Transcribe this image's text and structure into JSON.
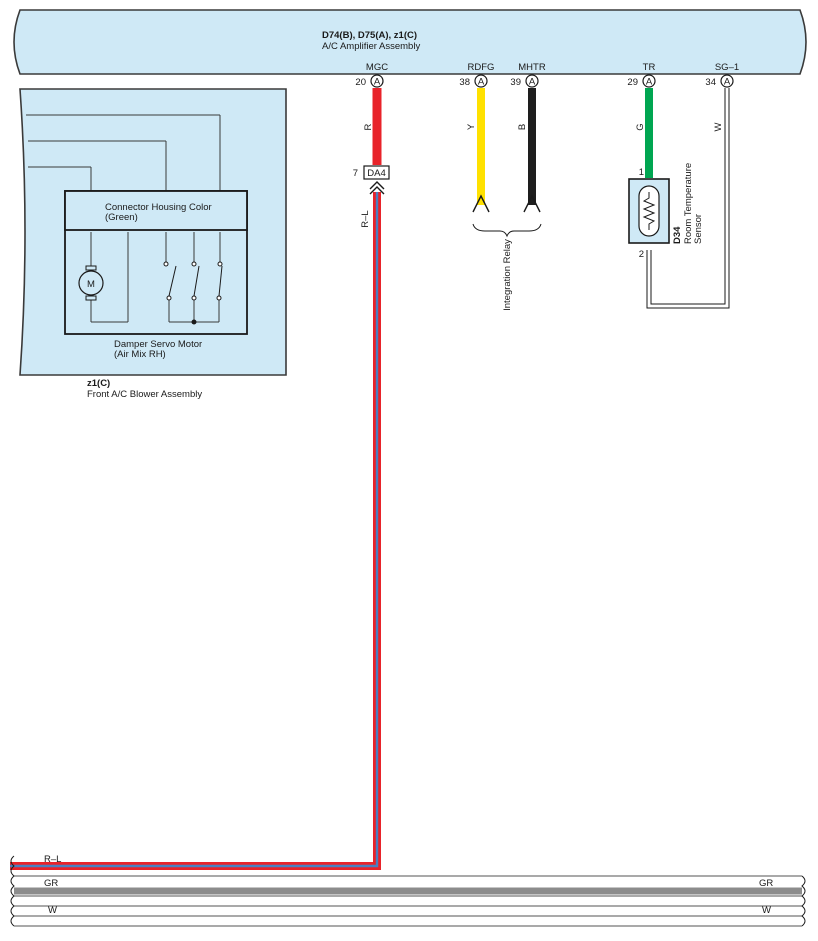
{
  "amplifier": {
    "connectors": "D74(B), D75(A), z1(C)",
    "name": "A/C Amplifier Assembly",
    "terminals": [
      {
        "signal": "MGC",
        "pin": "20",
        "conn": "A",
        "wire_color": "R"
      },
      {
        "signal": "RDFG",
        "pin": "38",
        "conn": "A",
        "wire_color": "Y"
      },
      {
        "signal": "MHTR",
        "pin": "39",
        "conn": "A",
        "wire_color": "B"
      },
      {
        "signal": "TR",
        "pin": "29",
        "conn": "A",
        "wire_color": "G"
      },
      {
        "signal": "SG–1",
        "pin": "34",
        "conn": "A",
        "wire_color": "W"
      }
    ]
  },
  "junction": {
    "pin": "7",
    "name": "DA4",
    "wire_color_below": "R–L"
  },
  "integration_relay": {
    "name": "Integration Relay"
  },
  "sensor": {
    "code": "D34",
    "name_line1": "Room Temperature",
    "name_line2": "Sensor",
    "pin_top": "1",
    "pin_bottom": "2"
  },
  "blower": {
    "code": "z1(C)",
    "name": "Front A/C Blower Assembly",
    "housing_color_line1": "Connector Housing Color",
    "housing_color_line2": "(Green)",
    "motor_symbol": "M",
    "motor_name_line1": "Damper Servo Motor",
    "motor_name_line2": "(Air Mix RH)"
  },
  "buses": [
    {
      "label_left": "R–L",
      "label_right": ""
    },
    {
      "label_left": "GR",
      "label_right": "GR"
    },
    {
      "label_left": "W",
      "label_right": "W"
    }
  ],
  "colors": {
    "panel_fill": "#cfe9f6",
    "panel_stroke": "#3a3a3a",
    "wire_red": "#e8232a",
    "wire_yellow": "#ffe100",
    "wire_black": "#1e1e1e",
    "wire_green": "#00a651",
    "wire_blue": "#4a7fc1",
    "wire_gray": "#8c8c8c"
  }
}
